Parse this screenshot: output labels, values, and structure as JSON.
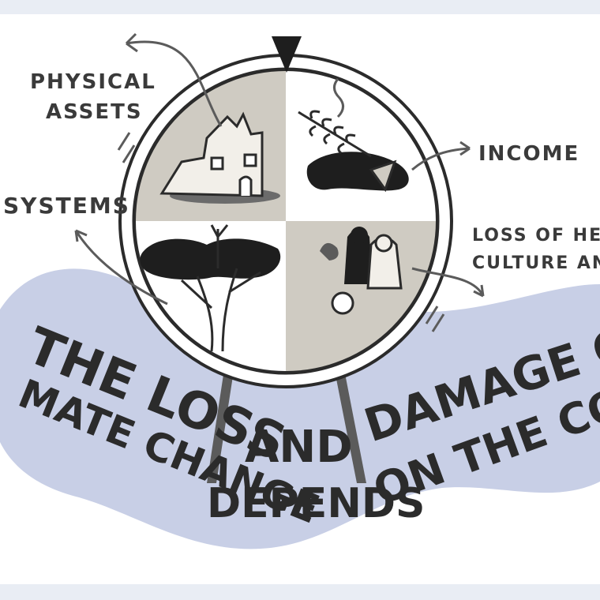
{
  "labels": {
    "physical_assets_line1": "PHYSICAL",
    "physical_assets_line2": "ASSETS",
    "income": "INCOME",
    "systems": "SYSTEMS",
    "loss_line1": "LOSS OF HERIT",
    "loss_line2": "CULTURE AND C"
  },
  "headline": {
    "line1a": "THE LOSS",
    "line1b": "AND",
    "line1c": "DAMAGE OF",
    "line2a": "MATE CHANGE",
    "line2b": "DEPENDS",
    "line2c": "ON THE CONT"
  },
  "colors": {
    "banner": "#c8cfe6",
    "wheel_gray": "#cfcbc2",
    "ink": "#2b2b2b",
    "paper": "#ffffff",
    "bg": "#e9edf4"
  },
  "icons": [
    "pointer-triangle-icon",
    "ruined-house-icon",
    "leaf-branch-icon",
    "tree-icon",
    "people-icon"
  ]
}
